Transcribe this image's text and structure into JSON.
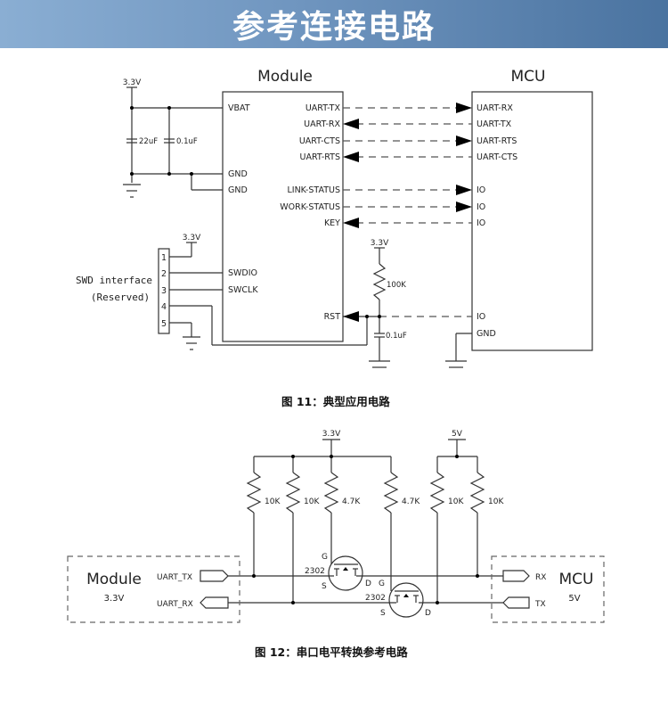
{
  "header": {
    "title": "参考连接电路"
  },
  "figure11": {
    "caption": "图 11：典型应用电路",
    "module_title": "Module",
    "mcu_title": "MCU",
    "power_3v3": "3.3V",
    "cap_22uF": "22uF",
    "cap_0_1uF": "0.1uF",
    "rst_resistor": "100K",
    "rst_cap": "0.1uF",
    "module_left_pins": [
      "VBAT",
      "GND",
      "GND",
      "SWDIO",
      "SWCLK"
    ],
    "module_right_pins": [
      "UART-TX",
      "UART-RX",
      "UART-CTS",
      "UART-RTS",
      "LINK-STATUS",
      "WORK-STATUS",
      "KEY",
      "RST"
    ],
    "mcu_pins": [
      "UART-RX",
      "UART-TX",
      "UART-RTS",
      "UART-CTS",
      "IO",
      "IO",
      "IO",
      "IO",
      "GND"
    ],
    "swd_label_line1": "SWD interface",
    "swd_label_line2": "(Reserved)",
    "swd_pins": [
      "1",
      "2",
      "3",
      "4",
      "5"
    ]
  },
  "figure12": {
    "caption": "图 12：串口电平转换参考电路",
    "rail_3v3": "3.3V",
    "rail_5v": "5V",
    "resistors": [
      "10K",
      "10K",
      "4.7K",
      "4.7K",
      "10K",
      "10K"
    ],
    "module_box_title": "Module",
    "module_box_voltage": "3.3V",
    "mcu_box_title": "MCU",
    "mcu_box_voltage": "5V",
    "module_ports": [
      "UART_TX",
      "UART_RX"
    ],
    "mcu_ports": [
      "RX",
      "TX"
    ],
    "mosfet_part": "2302",
    "mosfet_pins": {
      "gate": "G",
      "source": "S",
      "drain": "D"
    }
  }
}
